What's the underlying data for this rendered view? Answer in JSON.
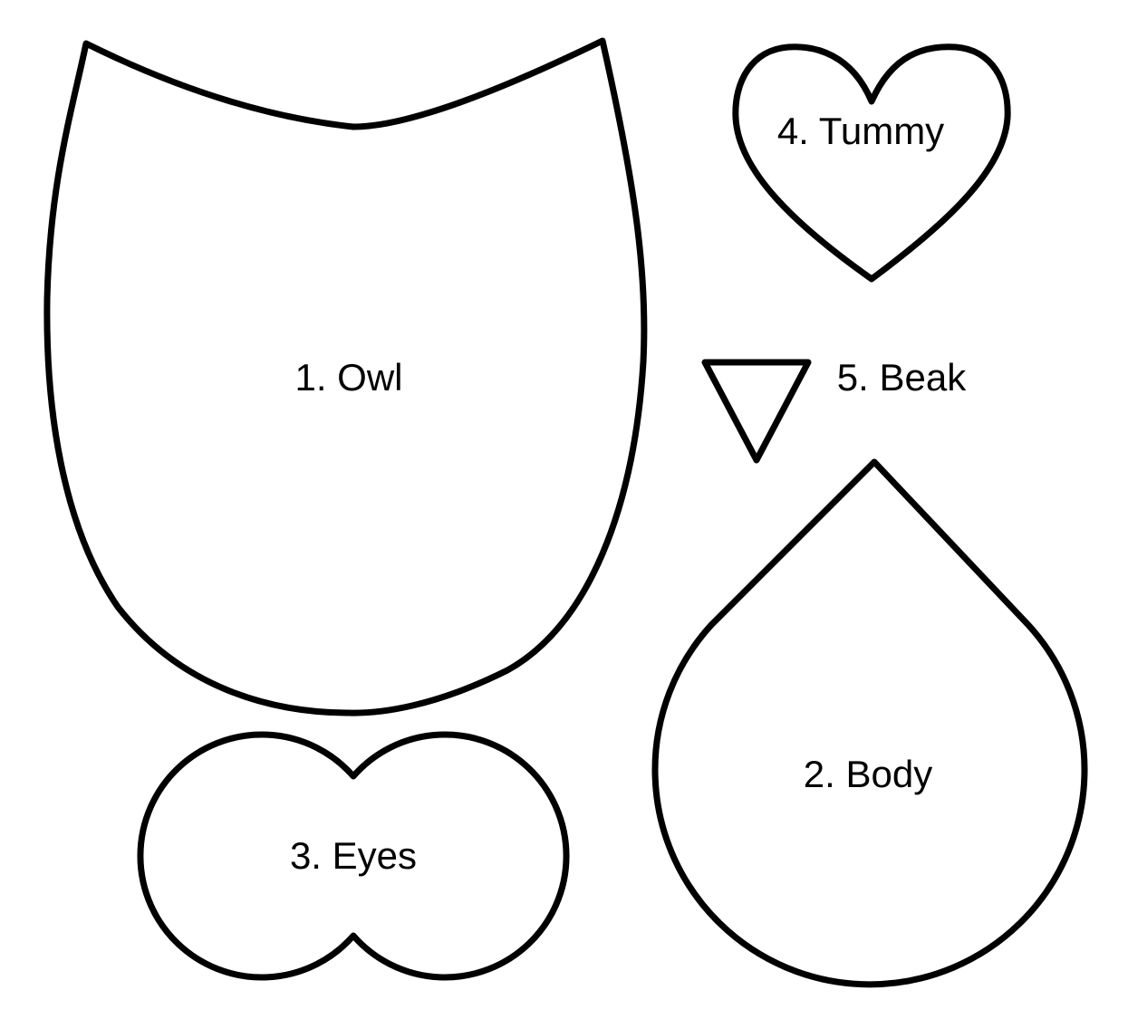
{
  "title": "Owl pattern template",
  "pieces": {
    "owl": "1. Owl",
    "body": "2. Body",
    "eyes": "3. Eyes",
    "tummy": "4. Tummy",
    "beak": "5. Beak"
  },
  "colors": {
    "stroke": "#000000",
    "fill": "#ffffff"
  }
}
